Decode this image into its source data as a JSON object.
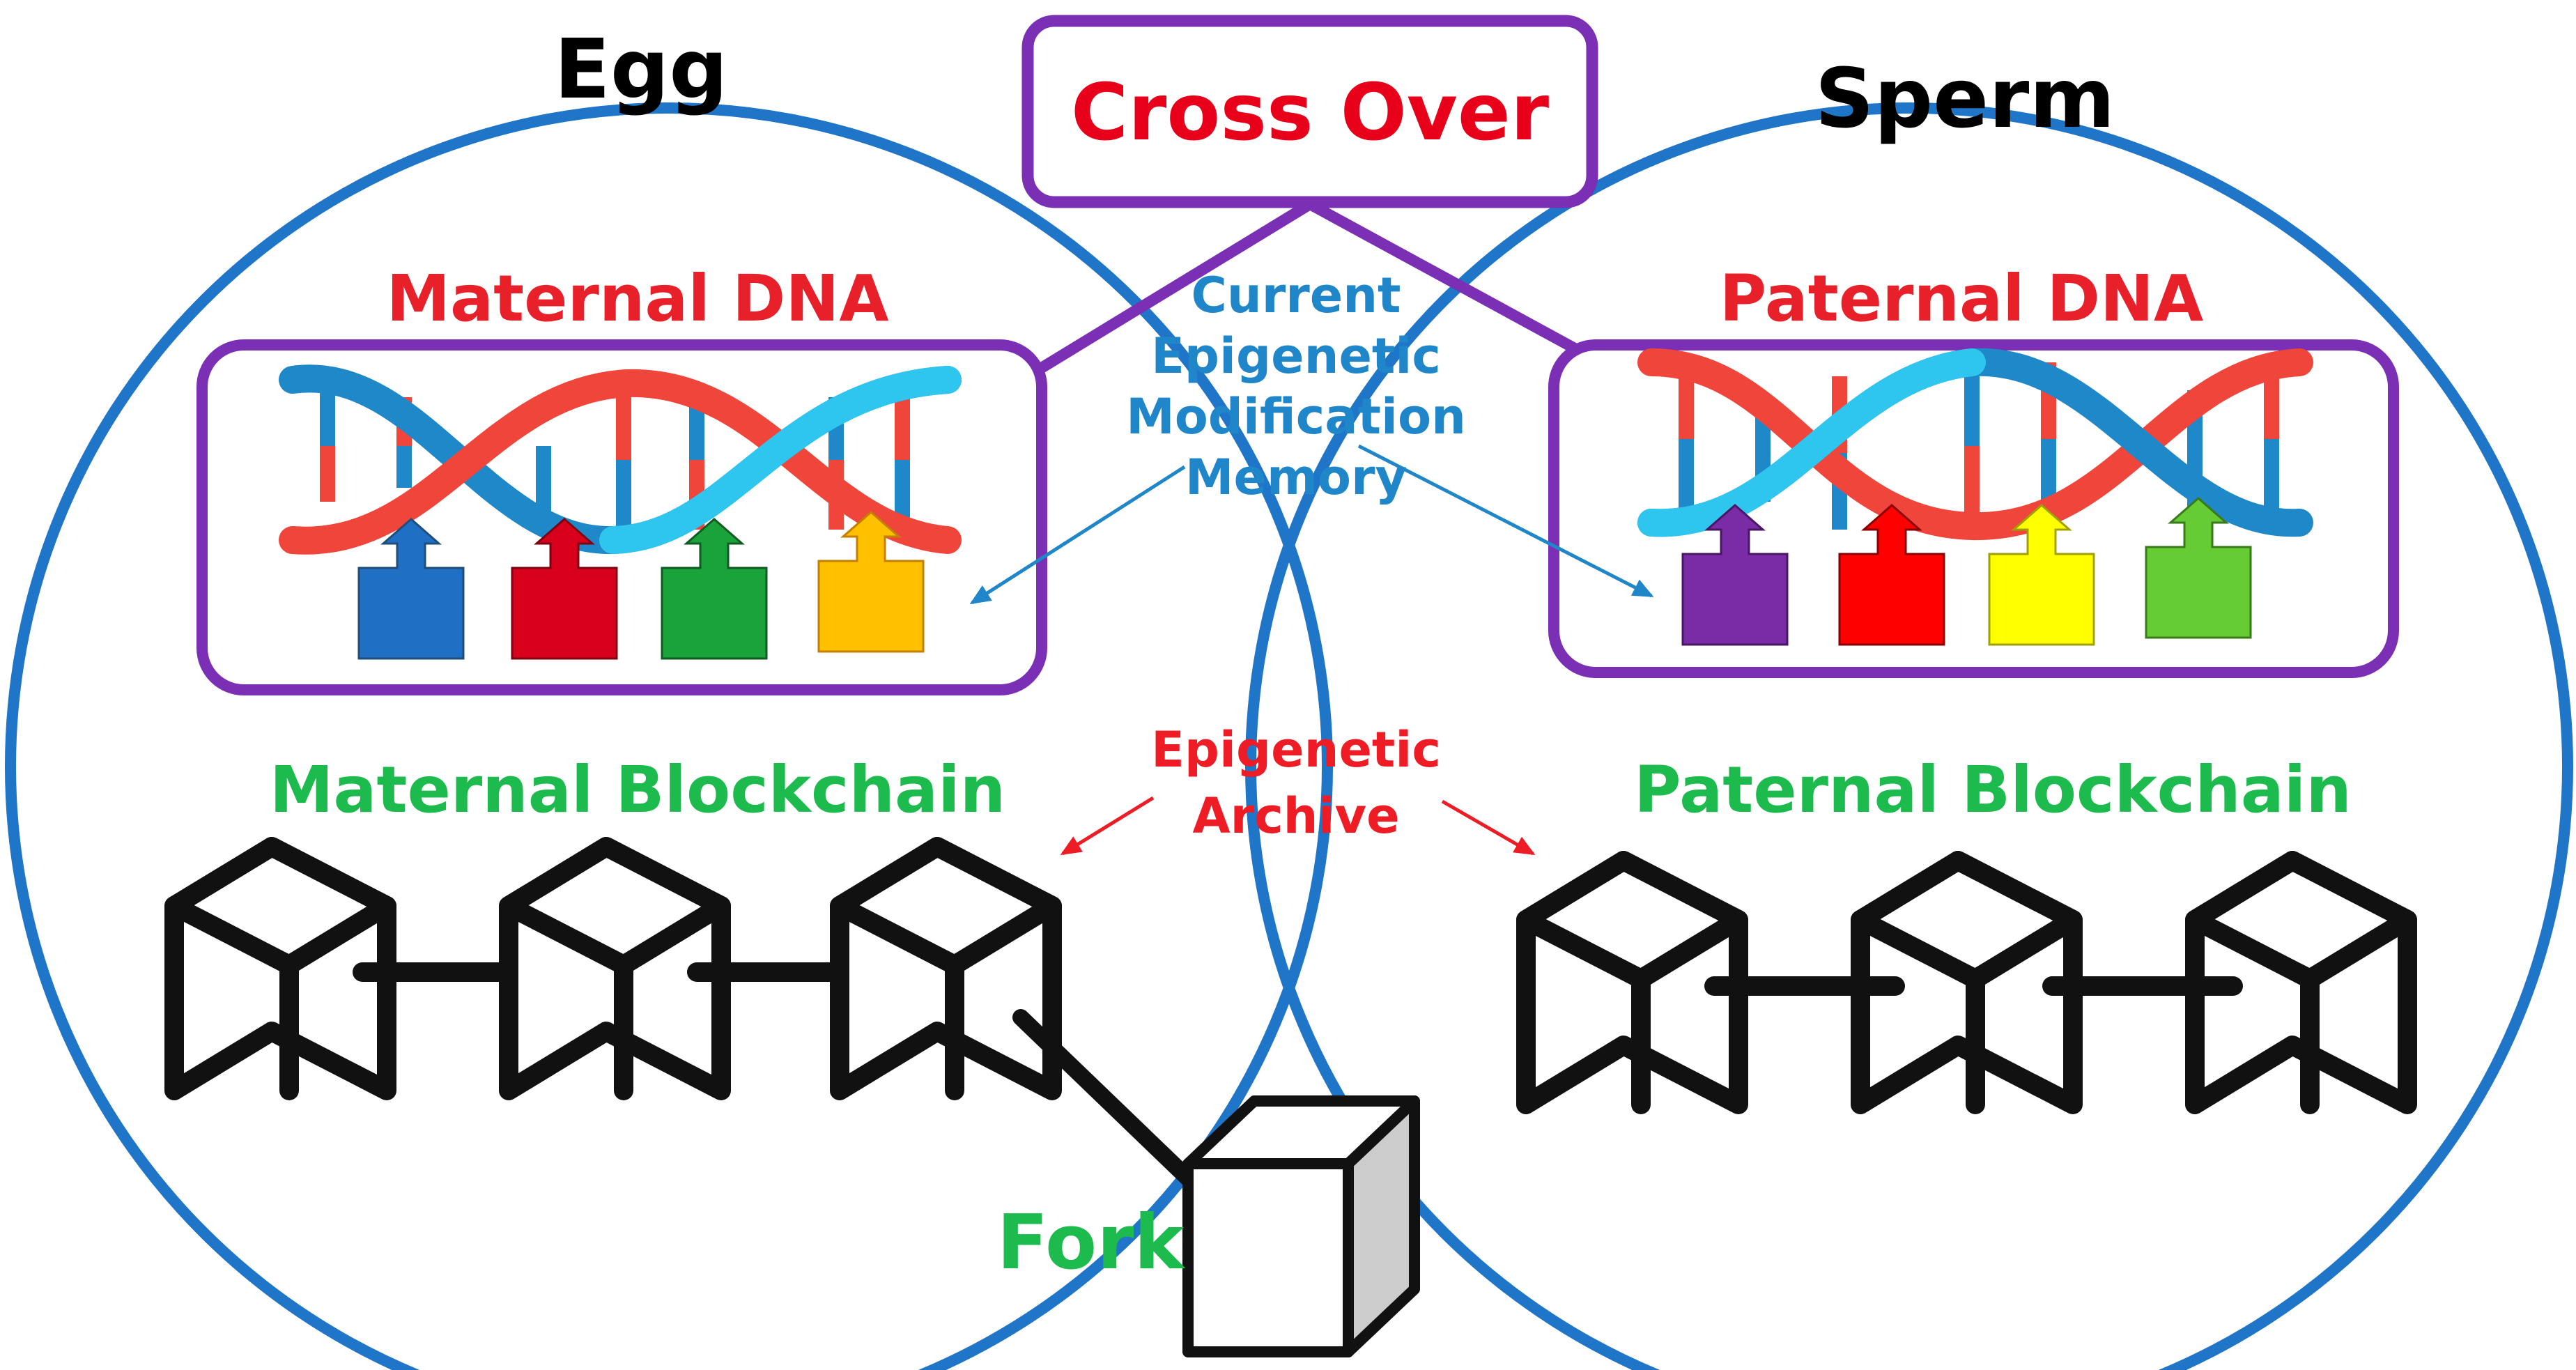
{
  "titles": {
    "egg": "Egg",
    "sperm": "Sperm",
    "cross_over": "Cross Over"
  },
  "dna_labels": {
    "maternal": "Maternal DNA",
    "paternal": "Paternal DNA"
  },
  "blockchain_labels": {
    "maternal": "Maternal Blockchain",
    "paternal": "Paternal Blockchain"
  },
  "memory_label": {
    "lines": [
      "Current",
      "Epigenetic",
      "Modification",
      "Memory"
    ]
  },
  "archive_label": {
    "lines": [
      "Epigenetic",
      "Archive"
    ]
  },
  "fork_label": "Fork",
  "colors": {
    "circle": "#1f75c8",
    "frame": "#7b2fb5",
    "cross_text": "#e8001a",
    "dna_text": "#e8202a",
    "chain_text": "#1dbb4e",
    "memory_text": "#1f86c9",
    "archive_text": "#ee1c25",
    "strand_red": "#f0453b",
    "strand_blue": "#1f88c9",
    "strand_cyan": "#2ec5ee",
    "fork_side": "#cccccc"
  },
  "maternal_markers": [
    "#1f6fc4",
    "#d9001c",
    "#1aa33a",
    "#ffc000"
  ],
  "paternal_markers": [
    "#7a2ca6",
    "#ff0000",
    "#ffff00",
    "#66cc33"
  ]
}
